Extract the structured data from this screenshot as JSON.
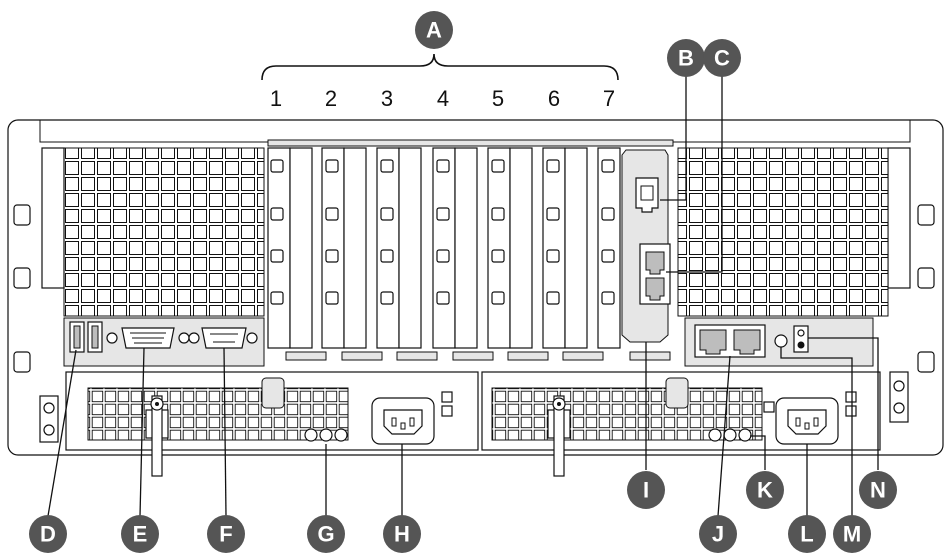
{
  "callouts": {
    "A": "A",
    "B": "B",
    "C": "C",
    "D": "D",
    "E": "E",
    "F": "F",
    "G": "G",
    "H": "H",
    "I": "I",
    "J": "J",
    "K": "K",
    "L": "L",
    "M": "M",
    "N": "N"
  },
  "slots": [
    "1",
    "2",
    "3",
    "4",
    "5",
    "6",
    "7"
  ],
  "colors": {
    "callout": "#555555",
    "panel": "#e6e6e6",
    "line": "#111111"
  }
}
